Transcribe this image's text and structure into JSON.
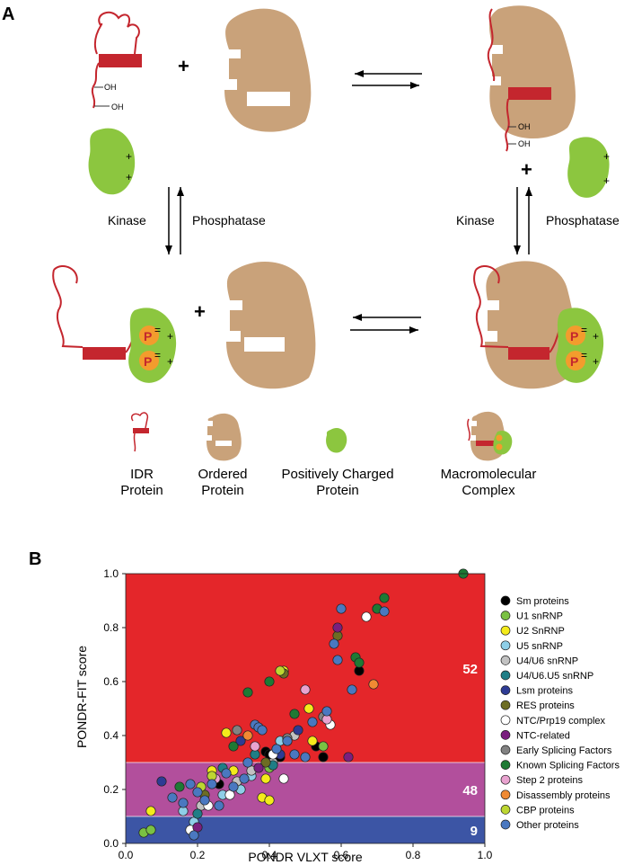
{
  "panel_a": {
    "label": "A",
    "plus_sign": "+",
    "oh_label": "OH",
    "phospho_label": "P",
    "positive_charge": "+",
    "negative_charge": "=",
    "left_arrows": {
      "kinase": "Kinase",
      "phosphatase": "Phosphatase"
    },
    "right_arrows": {
      "kinase": "Kinase",
      "phosphatase": "Phosphatase"
    },
    "legend": [
      {
        "lines": [
          "IDR",
          "Protein"
        ]
      },
      {
        "lines": [
          "Ordered",
          "Protein"
        ]
      },
      {
        "lines": [
          "Positively Charged",
          "Protein"
        ]
      },
      {
        "lines": [
          "Macromolecular",
          "Complex"
        ]
      }
    ],
    "colors": {
      "idr": "#c4262e",
      "ordered": "#c9a27a",
      "positive": "#8cc63f",
      "phospho": "#f39c2d"
    }
  },
  "panel_b": {
    "label": "B",
    "chart_data": {
      "type": "scatter",
      "title": "",
      "xlabel": "PONDR VLXT score",
      "ylabel": "PONDR-FIT score",
      "xlim": [
        0,
        1
      ],
      "ylim": [
        0,
        1
      ],
      "xticks": [
        "0.0",
        "0.2",
        "0.4",
        "0.6",
        "0.8",
        "1.0"
      ],
      "yticks": [
        "0.0",
        "0.2",
        "0.4",
        "0.6",
        "0.8",
        "1.0"
      ],
      "grid": false,
      "legend_position": "right",
      "bands": [
        {
          "from": 0.0,
          "to": 0.1,
          "color": "#3c55a5",
          "count": "9"
        },
        {
          "from": 0.1,
          "to": 0.3,
          "color": "#b24f9c",
          "count": "48"
        },
        {
          "from": 0.3,
          "to": 1.0,
          "color": "#e4262a",
          "count": "52"
        }
      ],
      "series": [
        {
          "name": "Sm proteins",
          "color": "#000000",
          "x": [
            0.26,
            0.39,
            0.4,
            0.43,
            0.45,
            0.53,
            0.65,
            0.55
          ],
          "y": [
            0.22,
            0.34,
            0.33,
            0.32,
            0.38,
            0.36,
            0.64,
            0.32
          ]
        },
        {
          "name": "U1 snRNP",
          "color": "#7ac143",
          "x": [
            0.05,
            0.07,
            0.4,
            0.55
          ],
          "y": [
            0.04,
            0.05,
            0.28,
            0.36
          ]
        },
        {
          "name": "U2 SnRNP",
          "color": "#f4eb1b",
          "x": [
            0.07,
            0.28,
            0.3,
            0.38,
            0.39,
            0.4,
            0.51,
            0.52,
            0.44,
            0.24
          ],
          "y": [
            0.12,
            0.41,
            0.27,
            0.17,
            0.24,
            0.16,
            0.5,
            0.38,
            0.64,
            0.27
          ]
        },
        {
          "name": "U5 snRNP",
          "color": "#8ecfe8",
          "x": [
            0.16,
            0.19,
            0.27,
            0.32,
            0.35,
            0.43
          ],
          "y": [
            0.12,
            0.08,
            0.18,
            0.2,
            0.25,
            0.38
          ]
        },
        {
          "name": "U4/U6 snRNP",
          "color": "#c2c2c2",
          "x": [
            0.21,
            0.31,
            0.35,
            0.41,
            0.47
          ],
          "y": [
            0.14,
            0.23,
            0.27,
            0.3,
            0.4
          ]
        },
        {
          "name": "U4/U6.U5 snRNP",
          "color": "#1f7e86",
          "x": [
            0.2,
            0.27,
            0.36,
            0.41,
            0.7
          ],
          "y": [
            0.11,
            0.28,
            0.33,
            0.29,
            0.87
          ]
        },
        {
          "name": "Lsm proteins",
          "color": "#2e3b94",
          "x": [
            0.1,
            0.32,
            0.43,
            0.48
          ],
          "y": [
            0.23,
            0.38,
            0.33,
            0.42
          ]
        },
        {
          "name": "RES proteins",
          "color": "#6d6d23",
          "x": [
            0.22,
            0.39,
            0.44,
            0.59
          ],
          "y": [
            0.18,
            0.3,
            0.63,
            0.77
          ]
        },
        {
          "name": "NTC/Prp19 complex",
          "color": "#ffffff",
          "x": [
            0.18,
            0.23,
            0.29,
            0.41,
            0.44,
            0.57,
            0.67
          ],
          "y": [
            0.05,
            0.14,
            0.18,
            0.33,
            0.24,
            0.44,
            0.84
          ]
        },
        {
          "name": "NTC-related",
          "color": "#7a1f7e",
          "x": [
            0.2,
            0.37,
            0.59,
            0.62
          ],
          "y": [
            0.06,
            0.28,
            0.8,
            0.32
          ]
        },
        {
          "name": "Early Splicing Factors",
          "color": "#828282",
          "x": [
            0.31,
            0.45,
            0.55
          ],
          "y": [
            0.42,
            0.39,
            0.47
          ]
        },
        {
          "name": "Known Splicing Factors",
          "color": "#1e7a34",
          "x": [
            0.94,
            0.72,
            0.7,
            0.64,
            0.65,
            0.47,
            0.4,
            0.34,
            0.3,
            0.15
          ],
          "y": [
            1.0,
            0.91,
            0.87,
            0.69,
            0.67,
            0.48,
            0.6,
            0.56,
            0.36,
            0.21
          ]
        },
        {
          "name": "Step 2 proteins",
          "color": "#e9a3d0",
          "x": [
            0.25,
            0.36,
            0.5,
            0.56
          ],
          "y": [
            0.24,
            0.36,
            0.57,
            0.46
          ]
        },
        {
          "name": "Disassembly proteins",
          "color": "#f08a33",
          "x": [
            0.34,
            0.69
          ],
          "y": [
            0.4,
            0.59
          ]
        },
        {
          "name": "CBP proteins",
          "color": "#bdd631",
          "x": [
            0.21,
            0.24,
            0.43
          ],
          "y": [
            0.21,
            0.25,
            0.64
          ]
        },
        {
          "name": "Other proteins",
          "color": "#4a78c0",
          "x": [
            0.13,
            0.16,
            0.18,
            0.2,
            0.22,
            0.24,
            0.26,
            0.28,
            0.3,
            0.33,
            0.34,
            0.36,
            0.37,
            0.38,
            0.42,
            0.45,
            0.47,
            0.5,
            0.52,
            0.56,
            0.58,
            0.59,
            0.63,
            0.72,
            0.6,
            0.19
          ],
          "y": [
            0.17,
            0.15,
            0.22,
            0.19,
            0.16,
            0.22,
            0.14,
            0.26,
            0.21,
            0.24,
            0.3,
            0.44,
            0.43,
            0.42,
            0.35,
            0.38,
            0.33,
            0.32,
            0.45,
            0.49,
            0.74,
            0.68,
            0.57,
            0.86,
            0.87,
            0.03
          ]
        }
      ]
    }
  }
}
